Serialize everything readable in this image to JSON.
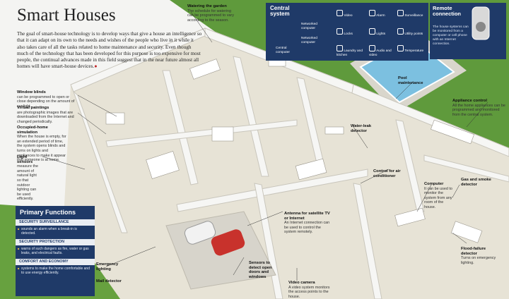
{
  "title": "Smart Houses",
  "intro": "The goal of smart-house technology is to develop ways that give a house an intelligence so that it can adapt on its own to the needs and wishes of the people who live in it while it also takes care of all the tasks related to home maintenance and security. Even though much of the technology that has been developed for this purpose is too expensive for most people, the continual advances made in this field suggest that in the near future almost all homes will have smart-house devices.",
  "top_callout": {
    "title": "Watering the garden",
    "text": "The schedule for watering can be programmed to vary according to the season."
  },
  "central_system": {
    "title": "Central system",
    "central_computer": "Central computer",
    "networked_computer_1": "Networked computer",
    "networked_computer_2": "Networked computer",
    "nodes": [
      "Video",
      "Alarm",
      "Surveillance",
      "Locks",
      "Lights",
      "Utility points",
      "Laundry and kitchen",
      "Audio and video",
      "Temperature"
    ]
  },
  "remote_connection": {
    "title": "Remote connection",
    "text": "The house systems can be monitored from a computer or cell phone with an Internet connection."
  },
  "left_callouts": [
    {
      "title": "Window blinds",
      "text": "can be programmed to open or close depending on the amount of sunlight."
    },
    {
      "title": "Virtual paintings",
      "text": "are photographic images that are downloaded from the Internet and changed periodically."
    },
    {
      "title": "Occupied-home simulation",
      "text": "When the house is empty, for an extended period of time, the system opens blinds and turns on lights and appliances to make it appear that someone is at home."
    },
    {
      "title": "Light sensors",
      "text": "measure the amount of natural light so that outdoor lighting can be used efficiently."
    }
  ],
  "scene_labels": {
    "pool": "Pool maintenance",
    "water_leak": "Water-leak detector",
    "appliance": {
      "title": "Appliance control",
      "text": "All the home appliances can be programmed and monitored from the central system."
    },
    "gas": "Gas and smoke detector",
    "air": "Control for air conditioner",
    "computer": {
      "title": "Computer",
      "text": "It can be used to monitor the system from any room of the house."
    },
    "antenna": {
      "title": "Antenna for satellite TV or Internet",
      "text": "An Internet connection can be used to control the system remotely."
    },
    "emergency": "Emergency lighting",
    "mail": "Mail detector",
    "sensors": "Sensors to detect open doors and windows",
    "video": {
      "title": "Video camera",
      "text": "A video system monitors the access points to the house."
    },
    "flood": {
      "title": "Flood-failure detector",
      "text": "Turns on emergency lighting."
    }
  },
  "primary_functions": {
    "title": "Primary Functions",
    "sections": [
      {
        "label": "SECURITY SURVEILLANCE",
        "item": "sounds an alarm when a break-in is detected."
      },
      {
        "label": "SECURITY PROTECTION",
        "item": "warns of such dangers as fire, water or gas leaks, and electrical faults."
      },
      {
        "label": "COMFORT AND ECONOMY",
        "item": "systems to make the home comfortable and to use energy efficiently."
      }
    ]
  },
  "colors": {
    "navy": "#1f3a68",
    "lawn": "#5f9a3c",
    "floor": "#e7e3d6",
    "wall": "#f6f6f4",
    "pool": "#7cc0e0",
    "accent_red": "#c0282a"
  }
}
